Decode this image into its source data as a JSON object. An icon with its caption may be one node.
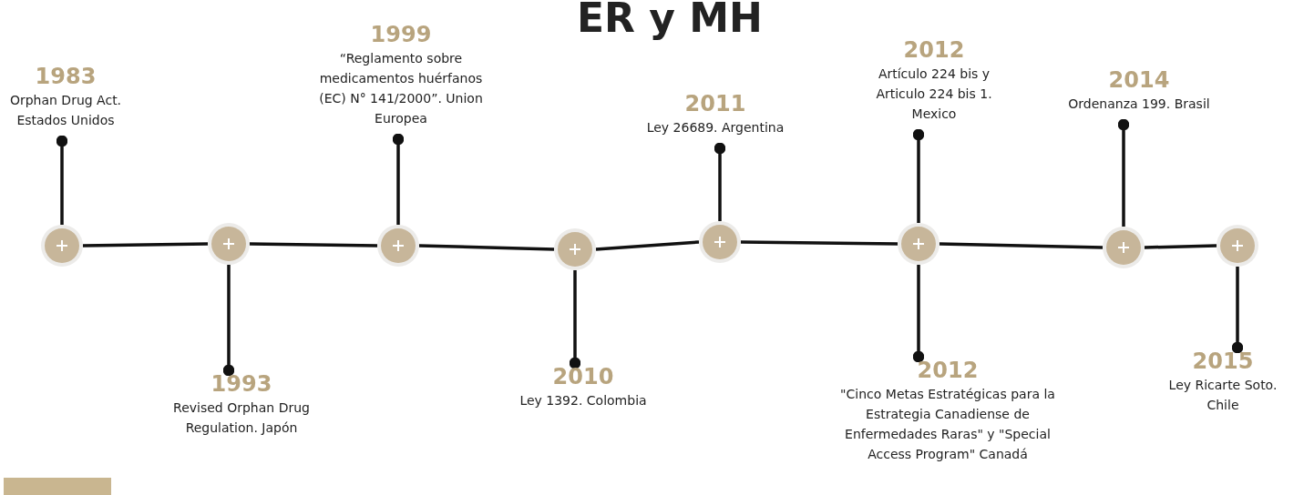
{
  "diagram": {
    "title": "ER y MH",
    "nodes": [
      {
        "text": [
          "1983",
          "Orphan Drug Act. Estados Unidos"
        ]
      },
      {
        "text": [
          "1993",
          "Revised Orphan Drug Regulation. Japón"
        ]
      },
      {
        "text": [
          "1999",
          "“Reglamento sobre medicamentos huérfanos (EC) N° 141/2000”. Union Europea"
        ]
      },
      {
        "text": [
          "2010",
          "Ley 1392. Colombia"
        ]
      },
      {
        "text": [
          "2011",
          "Ley 26689. Argentina"
        ]
      },
      {
        "text": [
          "2012",
          "Artículo 224 bis y Articulo 224 bis 1. Mexico"
        ]
      },
      {
        "text": [
          "2012",
          "\"Cinco Metas Estratégicas para la Estrategia Canadiense de Enfermedades Raras\" y \"Special Access Program\" Canadá"
        ]
      },
      {
        "text": [
          "2014",
          "Ordenanza 199. Brasil"
        ]
      },
      {
        "text": [
          "2015",
          "Ley Ricarte Soto. Chile"
        ]
      },
      {
        "text": [],
        "shape": "circle"
      },
      {
        "text": [],
        "shape": "circle"
      },
      {
        "text": [],
        "shape": "circle"
      },
      {
        "text": [],
        "shape": "circle"
      },
      {
        "text": [],
        "shape": "circle"
      },
      {
        "text": [],
        "shape": "circle"
      },
      {
        "text": [],
        "shape": "circle"
      },
      {
        "text": [],
        "shape": "circle"
      }
    ],
    "edges": [
      {
        "from": 0,
        "to": 9,
        "arrow": "other"
      },
      {
        "from": 1,
        "to": 10,
        "arrow": "other"
      },
      {
        "from": 2,
        "to": 11,
        "arrow": "other"
      },
      {
        "from": 3,
        "to": 12,
        "arrow": "other"
      },
      {
        "from": 4,
        "to": 13,
        "arrow": "other"
      },
      {
        "from": 5,
        "to": 14,
        "arrow": "other"
      },
      {
        "from": 6,
        "to": 14,
        "arrow": "other"
      },
      {
        "from": 7,
        "to": 15,
        "arrow": "other"
      },
      {
        "from": 8,
        "to": 16,
        "arrow": "other"
      },
      {
        "from": 9,
        "to": 10,
        "arrow": "none"
      },
      {
        "from": 10,
        "to": 11,
        "arrow": "none"
      },
      {
        "from": 11,
        "to": 12,
        "arrow": "none"
      },
      {
        "from": 12,
        "to": 13,
        "arrow": "none"
      },
      {
        "from": 13,
        "to": 14,
        "arrow": "none"
      },
      {
        "from": 14,
        "to": 15,
        "arrow": "none"
      },
      {
        "from": 15,
        "to": 16,
        "arrow": "none"
      }
    ]
  }
}
